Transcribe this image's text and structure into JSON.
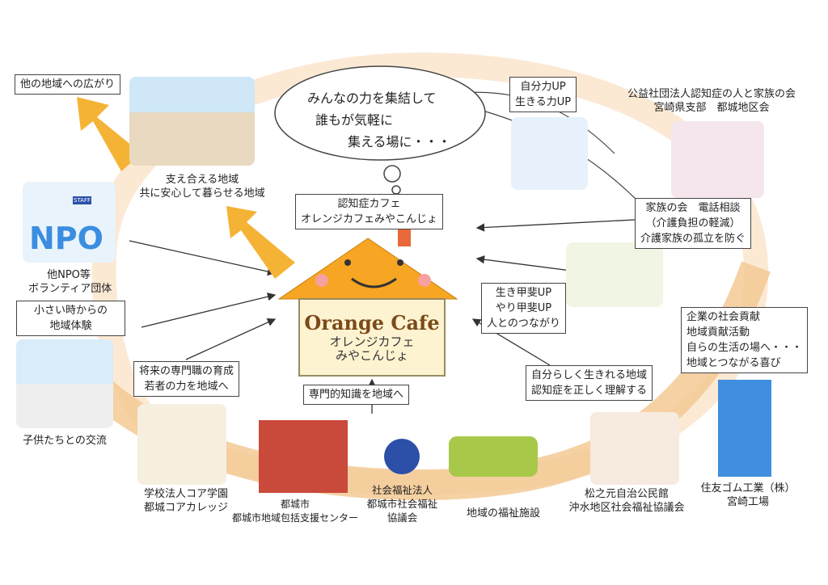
{
  "cloud": {
    "lines": [
      "みんなの力を集結して",
      "誰もが気軽に",
      "集える場に・・・"
    ]
  },
  "spread_box": "他の地域への広がり",
  "community_caption": [
    "支え合える地域",
    "共に安心して暮らせる地域"
  ],
  "cafe_box": [
    "認知症カフェ",
    "オレンジカフェみやこんじょ"
  ],
  "cafe_sign": {
    "title": "Orange Cafe",
    "line1": "オレンジカフェ",
    "line2": "みやこんじょ"
  },
  "self_power_box": [
    "自分力UP",
    "生きる力UP"
  ],
  "family_org": [
    "公益社団法人認知症の人と家族の会",
    "宮崎県支部　都城地区会"
  ],
  "family_box": [
    "家族の会　電話相談",
    "（介護負担の軽減）",
    "介護家族の孤立を防ぐ"
  ],
  "npo": {
    "logo": "NPO",
    "staff": "STAFF",
    "caption": [
      "他NPO等",
      "ボランティア団体"
    ]
  },
  "childhood_box": [
    "小さい時からの",
    "地域体験"
  ],
  "children_caption": "子供たちとの交流",
  "future_box": [
    "将来の専門職の育成",
    "若者の力を地域へ"
  ],
  "expertise_box": "専門的知識を地域へ",
  "purpose_box": [
    "生き甲斐UP",
    "やり甲斐UP",
    "人とのつながり"
  ],
  "understanding_box": [
    "自分らしく生きれる地域",
    "認知症を正しく理解する"
  ],
  "corporate_box": [
    "企業の社会貢献",
    "地域貢献活動",
    "自らの生活の場へ・・・",
    "地域とつながる喜び"
  ],
  "orgs": {
    "college": [
      "学校法人コア学園",
      "都城コアカレッジ"
    ],
    "city": [
      "都城市",
      "都城市地域包括支援センター"
    ],
    "welfare_council": [
      "社会福祉法人",
      "都城市社会福祉",
      "協議会"
    ],
    "facility": "地域の福祉施設",
    "hall": [
      "松之元自治公民館",
      "沖水地区社会福祉協議会"
    ],
    "company": [
      "住友ゴム工業（株）",
      "宮崎工場"
    ]
  },
  "colors": {
    "ring": "#f3c994",
    "ring_light": "#fbe9d4",
    "arrow": "#f5b335",
    "roof": "#f6a623",
    "sign_bg": "#fdf3d0"
  }
}
